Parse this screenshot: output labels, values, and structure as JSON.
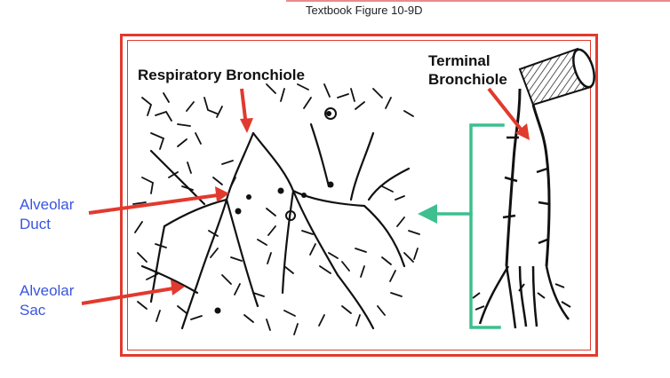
{
  "caption": "Textbook Figure 10-9D",
  "labels": {
    "respiratory_bronchiole": "Respiratory Bronchiole",
    "terminal_bronchiole": [
      "Terminal",
      "Bronchiole"
    ],
    "alveolar_duct": [
      "Alveolar",
      "Duct"
    ],
    "alveolar_sac": [
      "Alveolar",
      "Sac"
    ]
  },
  "colors": {
    "frame": "#e13a2e",
    "arrow_red": "#e13a2e",
    "bracket_green": "#3dbf8f",
    "label_blue": "#3a55e0"
  }
}
